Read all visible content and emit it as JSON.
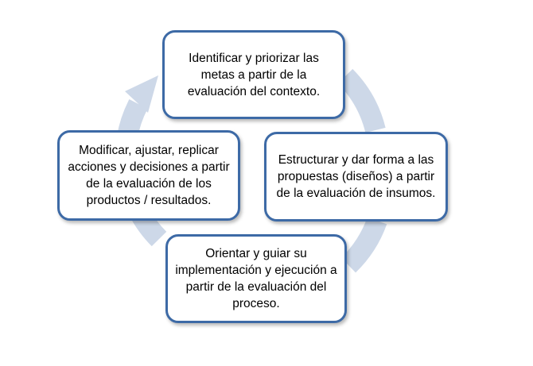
{
  "diagram": {
    "type": "cycle",
    "colors": {
      "ring": "#cdd8e8",
      "box_border": "#3d6aa6",
      "box_fill": "#ffffff",
      "text": "#000000"
    },
    "nodes": [
      {
        "id": "top",
        "label": "Identificar y priorizar las metas a partir de la evaluación del contexto."
      },
      {
        "id": "right",
        "label": "Estructurar y dar forma a las propuestas (diseños) a partir de la evaluación de insumos."
      },
      {
        "id": "bottom",
        "label": "Orientar y guiar su implementación y ejecución a partir de la evaluación del proceso."
      },
      {
        "id": "left",
        "label": "Modificar, ajustar, replicar acciones y decisiones a partir de la evaluación de los productos / resultados."
      }
    ],
    "edges": [
      {
        "from": "top",
        "to": "right",
        "direction": "clockwise"
      },
      {
        "from": "right",
        "to": "bottom",
        "direction": "clockwise"
      },
      {
        "from": "bottom",
        "to": "left",
        "direction": "clockwise"
      },
      {
        "from": "left",
        "to": "top",
        "direction": "clockwise"
      }
    ]
  }
}
